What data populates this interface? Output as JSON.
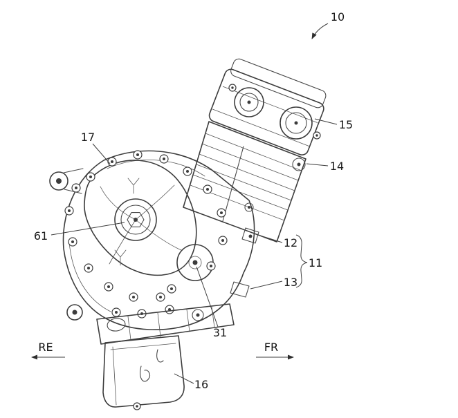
{
  "figure": {
    "kind": "patent line drawing",
    "subject": "engine side elevation",
    "colors": {
      "line": "#3c3c3c",
      "background": "#ffffff"
    }
  },
  "labels": {
    "n10": "10",
    "n11": "11",
    "n12": "12",
    "n13": "13",
    "n14": "14",
    "n15": "15",
    "n16": "16",
    "n17": "17",
    "n31": "31",
    "n61": "61"
  },
  "directions": {
    "re": "RE",
    "fr": "FR"
  }
}
